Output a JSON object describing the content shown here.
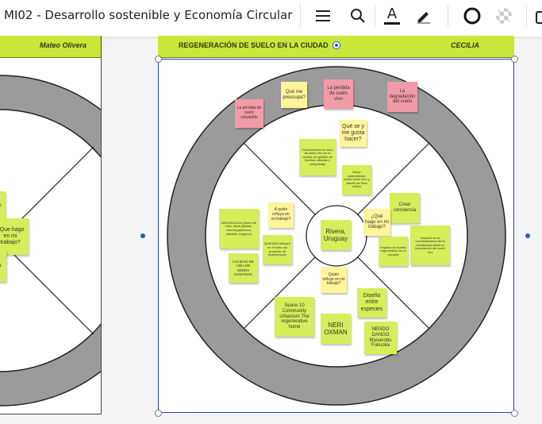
{
  "title": "MI02 - Desarrollo sostenible y Economía Circular",
  "toolbar": {
    "icons": [
      "menu-icon",
      "search-icon",
      "text-color-icon",
      "pen-icon",
      "circle-outline-icon",
      "transparency-icon"
    ],
    "text_button": "A",
    "accent": "#2b3cc2",
    "frame_green": "#c9e63a"
  },
  "left_frame": {
    "header_name": "Mateo Olivera",
    "notes": [
      {
        "text": "¿Que hago en mi trabajo?"
      },
      {
        "text": "ns"
      },
      {
        "text": "ia"
      }
    ]
  },
  "main_frame": {
    "header_title": "REGENERACIÓN DE SUELO EN LA CIUDAD",
    "header_name": "CECILIA",
    "center_label": "Rivera, Uruguay",
    "notes": [
      {
        "id": "n1",
        "text": "Qué me preocupa?"
      },
      {
        "id": "n2",
        "text": "La pérdida de suelo vivo"
      },
      {
        "id": "n3",
        "text": "La degradación del suelo"
      },
      {
        "id": "n4",
        "text": "La pérdida de suelo saludable"
      },
      {
        "id": "n5",
        "text": "Qué se y me gusta hacer?"
      },
      {
        "id": "n6",
        "text": "Conocimiento en ciclo de suelo vivo en la ciudad, en gestión de huertas urbanas y compostaje"
      },
      {
        "id": "n7",
        "text": "Estoy aprendiendo sobre suelo vivo y diseño de flora nativa"
      },
      {
        "id": "n8",
        "text": "Crear conciencia"
      },
      {
        "id": "n9",
        "text": "¿Qué hago en mi trabajo?"
      },
      {
        "id": "n10",
        "text": "Impacto en la concientización de la ciudadanía sobre la importancia del suelo vivo"
      },
      {
        "id": "n11",
        "text": "Impacto en huerta regenerativa en la escuela"
      },
      {
        "id": "n12",
        "text": "A quién influya en mi trabajo?"
      },
      {
        "id": "n13",
        "text": "NATURALEZA (Seres de vida, otras plantas, microorganismos, hábitats, hogares)"
      },
      {
        "id": "n14",
        "text": "CALIDAD DE VIDA DE SERES HUMANOS"
      },
      {
        "id": "n15",
        "text": "QUIENES influyen en el éxito del proyecto de regeneración"
      },
      {
        "id": "n16",
        "text": "Quién influye en mi trabajo?"
      },
      {
        "id": "n17",
        "text": "Diseño entre especies"
      },
      {
        "id": "n18",
        "text": "Space 10 Community Urbanism The regenerative home"
      },
      {
        "id": "n19",
        "text": "NERI OXMAN"
      },
      {
        "id": "n20",
        "text": "NENDO DANGO Masanobu Fukuoka"
      }
    ]
  }
}
